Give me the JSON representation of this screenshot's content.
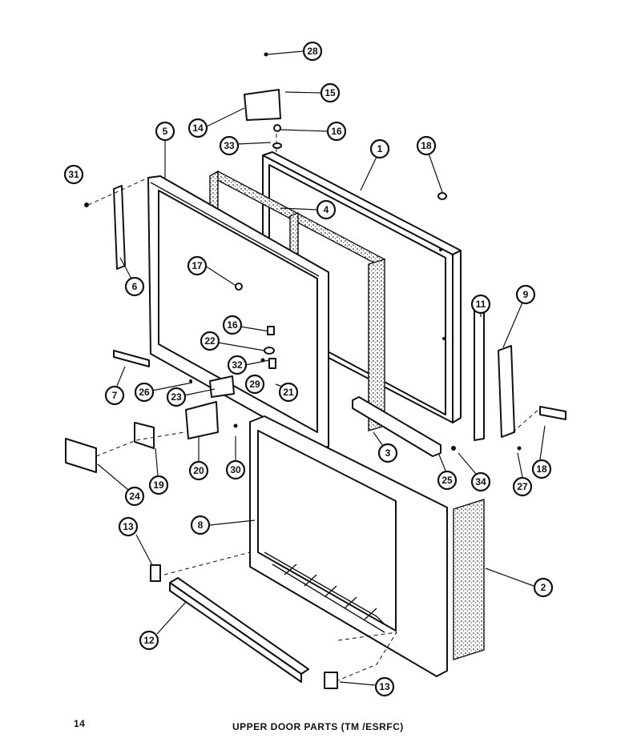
{
  "page": {
    "number": "14",
    "caption": "UPPER DOOR PARTS (TM /ESRFC)"
  },
  "callouts": [
    "28",
    "15",
    "14",
    "16",
    "33",
    "1",
    "18",
    "31",
    "5",
    "4",
    "6",
    "17",
    "11",
    "9",
    "16",
    "22",
    "32",
    "7",
    "26",
    "23",
    "29",
    "21",
    "3",
    "20",
    "30",
    "25",
    "34",
    "27",
    "18",
    "24",
    "19",
    "8",
    "2",
    "13",
    "12",
    "13"
  ]
}
